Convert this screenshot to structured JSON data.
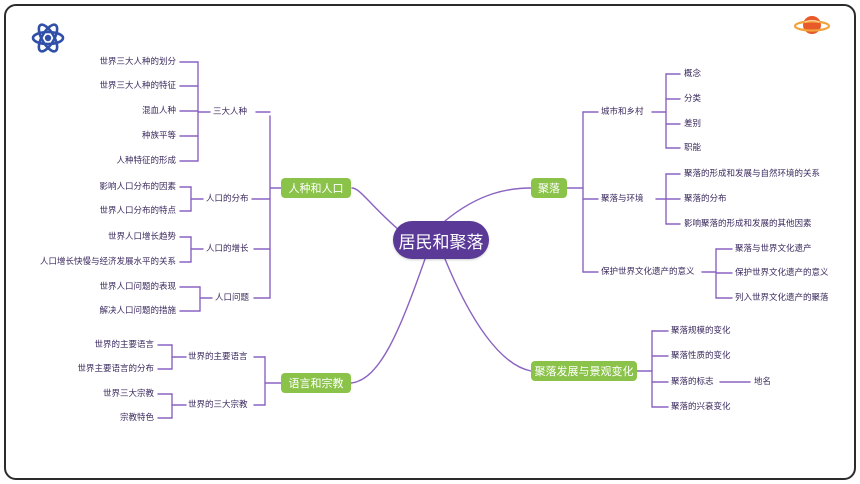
{
  "root": "居民和聚落",
  "branches": {
    "race": {
      "label": "人种和人口",
      "subs": [
        {
          "label": "三大人种",
          "leaves": [
            "世界三大人种的划分",
            "世界三大人种的特征",
            "混血人种",
            "种族平等",
            "人种特征的形成"
          ]
        },
        {
          "label": "人口的分布",
          "leaves": [
            "影响人口分布的因素",
            "世界人口分布的特点"
          ]
        },
        {
          "label": "人口的增长",
          "leaves": [
            "世界人口增长趋势",
            "人口增长快慢与经济发展水平的关系"
          ]
        },
        {
          "label": "人口问题",
          "leaves": [
            "世界人口问题的表现",
            "解决人口问题的措施"
          ]
        }
      ]
    },
    "lang": {
      "label": "语言和宗教",
      "subs": [
        {
          "label": "世界的主要语言",
          "leaves": [
            "世界的主要语言",
            "世界主要语言的分布"
          ]
        },
        {
          "label": "世界的三大宗教",
          "leaves": [
            "世界三大宗教",
            "宗教特色"
          ]
        }
      ]
    },
    "settle": {
      "label": "聚落",
      "subs": [
        {
          "label": "城市和乡村",
          "leaves": [
            "概念",
            "分类",
            "差别",
            "职能"
          ]
        },
        {
          "label": "聚落与环境",
          "leaves": [
            "聚落的形成和发展与自然环境的关系",
            "聚落的分布",
            "影响聚落的形成和发展的其他因素"
          ]
        },
        {
          "label": "保护世界文化遗产的意义",
          "leaves": [
            "聚落与世界文化遗产",
            "保护世界文化遗产的意义",
            "列入世界文化遗产的聚落"
          ]
        }
      ]
    },
    "dev": {
      "label": "聚落发展与景观变化",
      "leaves": [
        "聚落规模的变化",
        "聚落性质的变化",
        "聚落的标志",
        "聚落的兴衰变化"
      ],
      "extra": "地名"
    }
  },
  "colors": {
    "root": "#5b3a97",
    "main": "#8bc34a",
    "line": "#8a63c2",
    "text": "#3b2a5e"
  },
  "icons": [
    "atom-icon",
    "planet-icon"
  ]
}
